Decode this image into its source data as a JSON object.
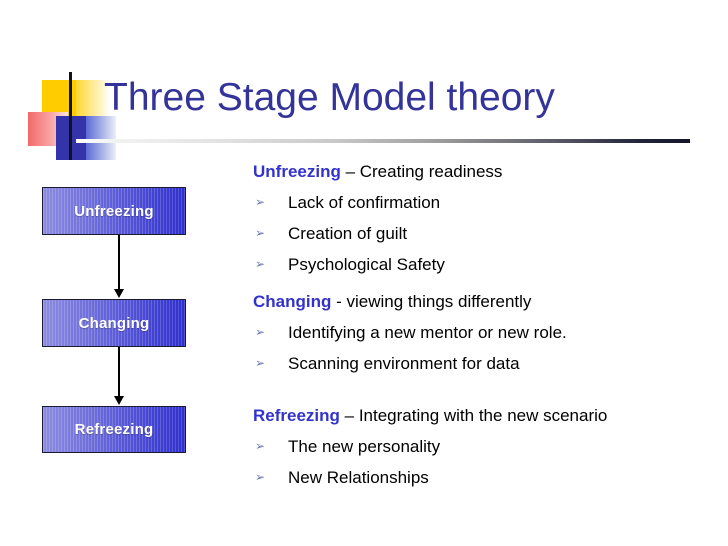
{
  "slide": {
    "title": "Three Stage Model theory",
    "title_color": "#333399",
    "accent_color": "#3333CC",
    "box_text_color": "#FFFFFF"
  },
  "logo": {
    "name": "decorative-logo",
    "shapes": [
      {
        "name": "yellow-square",
        "color": "#FFCC00"
      },
      {
        "name": "yellow-gradient-square",
        "color": "#FFD831"
      },
      {
        "name": "red-gradient-square",
        "color": "#F46A6A"
      },
      {
        "name": "blue-square",
        "color": "#3333AA"
      },
      {
        "name": "blue-gradient-square",
        "color": "#5C6BD6"
      },
      {
        "name": "vertical-rule",
        "color": "#111122"
      }
    ]
  },
  "flow": {
    "stages": [
      {
        "id": "unfreezing",
        "label": "Unfreezing"
      },
      {
        "id": "changing",
        "label": "Changing"
      },
      {
        "id": "refreezing",
        "label": "Refreezing"
      }
    ],
    "connectors": [
      {
        "id": "connector-1",
        "icon": "down-arrow-icon"
      },
      {
        "id": "connector-2",
        "icon": "down-arrow-icon"
      }
    ]
  },
  "content": {
    "bullet_icon": "➢",
    "sections": [
      {
        "id": "unfreezing",
        "keyword": "Unfreezing",
        "rest": " – Creating readiness",
        "bullets": [
          "Lack of confirmation",
          "Creation of guilt",
          "Psychological Safety"
        ]
      },
      {
        "id": "changing",
        "keyword": "Changing",
        "rest": "  - viewing things differently",
        "bullets": [
          "Identifying a new mentor or new role.",
          "Scanning environment for data"
        ]
      },
      {
        "id": "refreezing",
        "keyword": "Refreezing",
        "rest": " – Integrating with the new scenario",
        "bullets": [
          "The new personality",
          "New Relationships"
        ]
      }
    ]
  }
}
